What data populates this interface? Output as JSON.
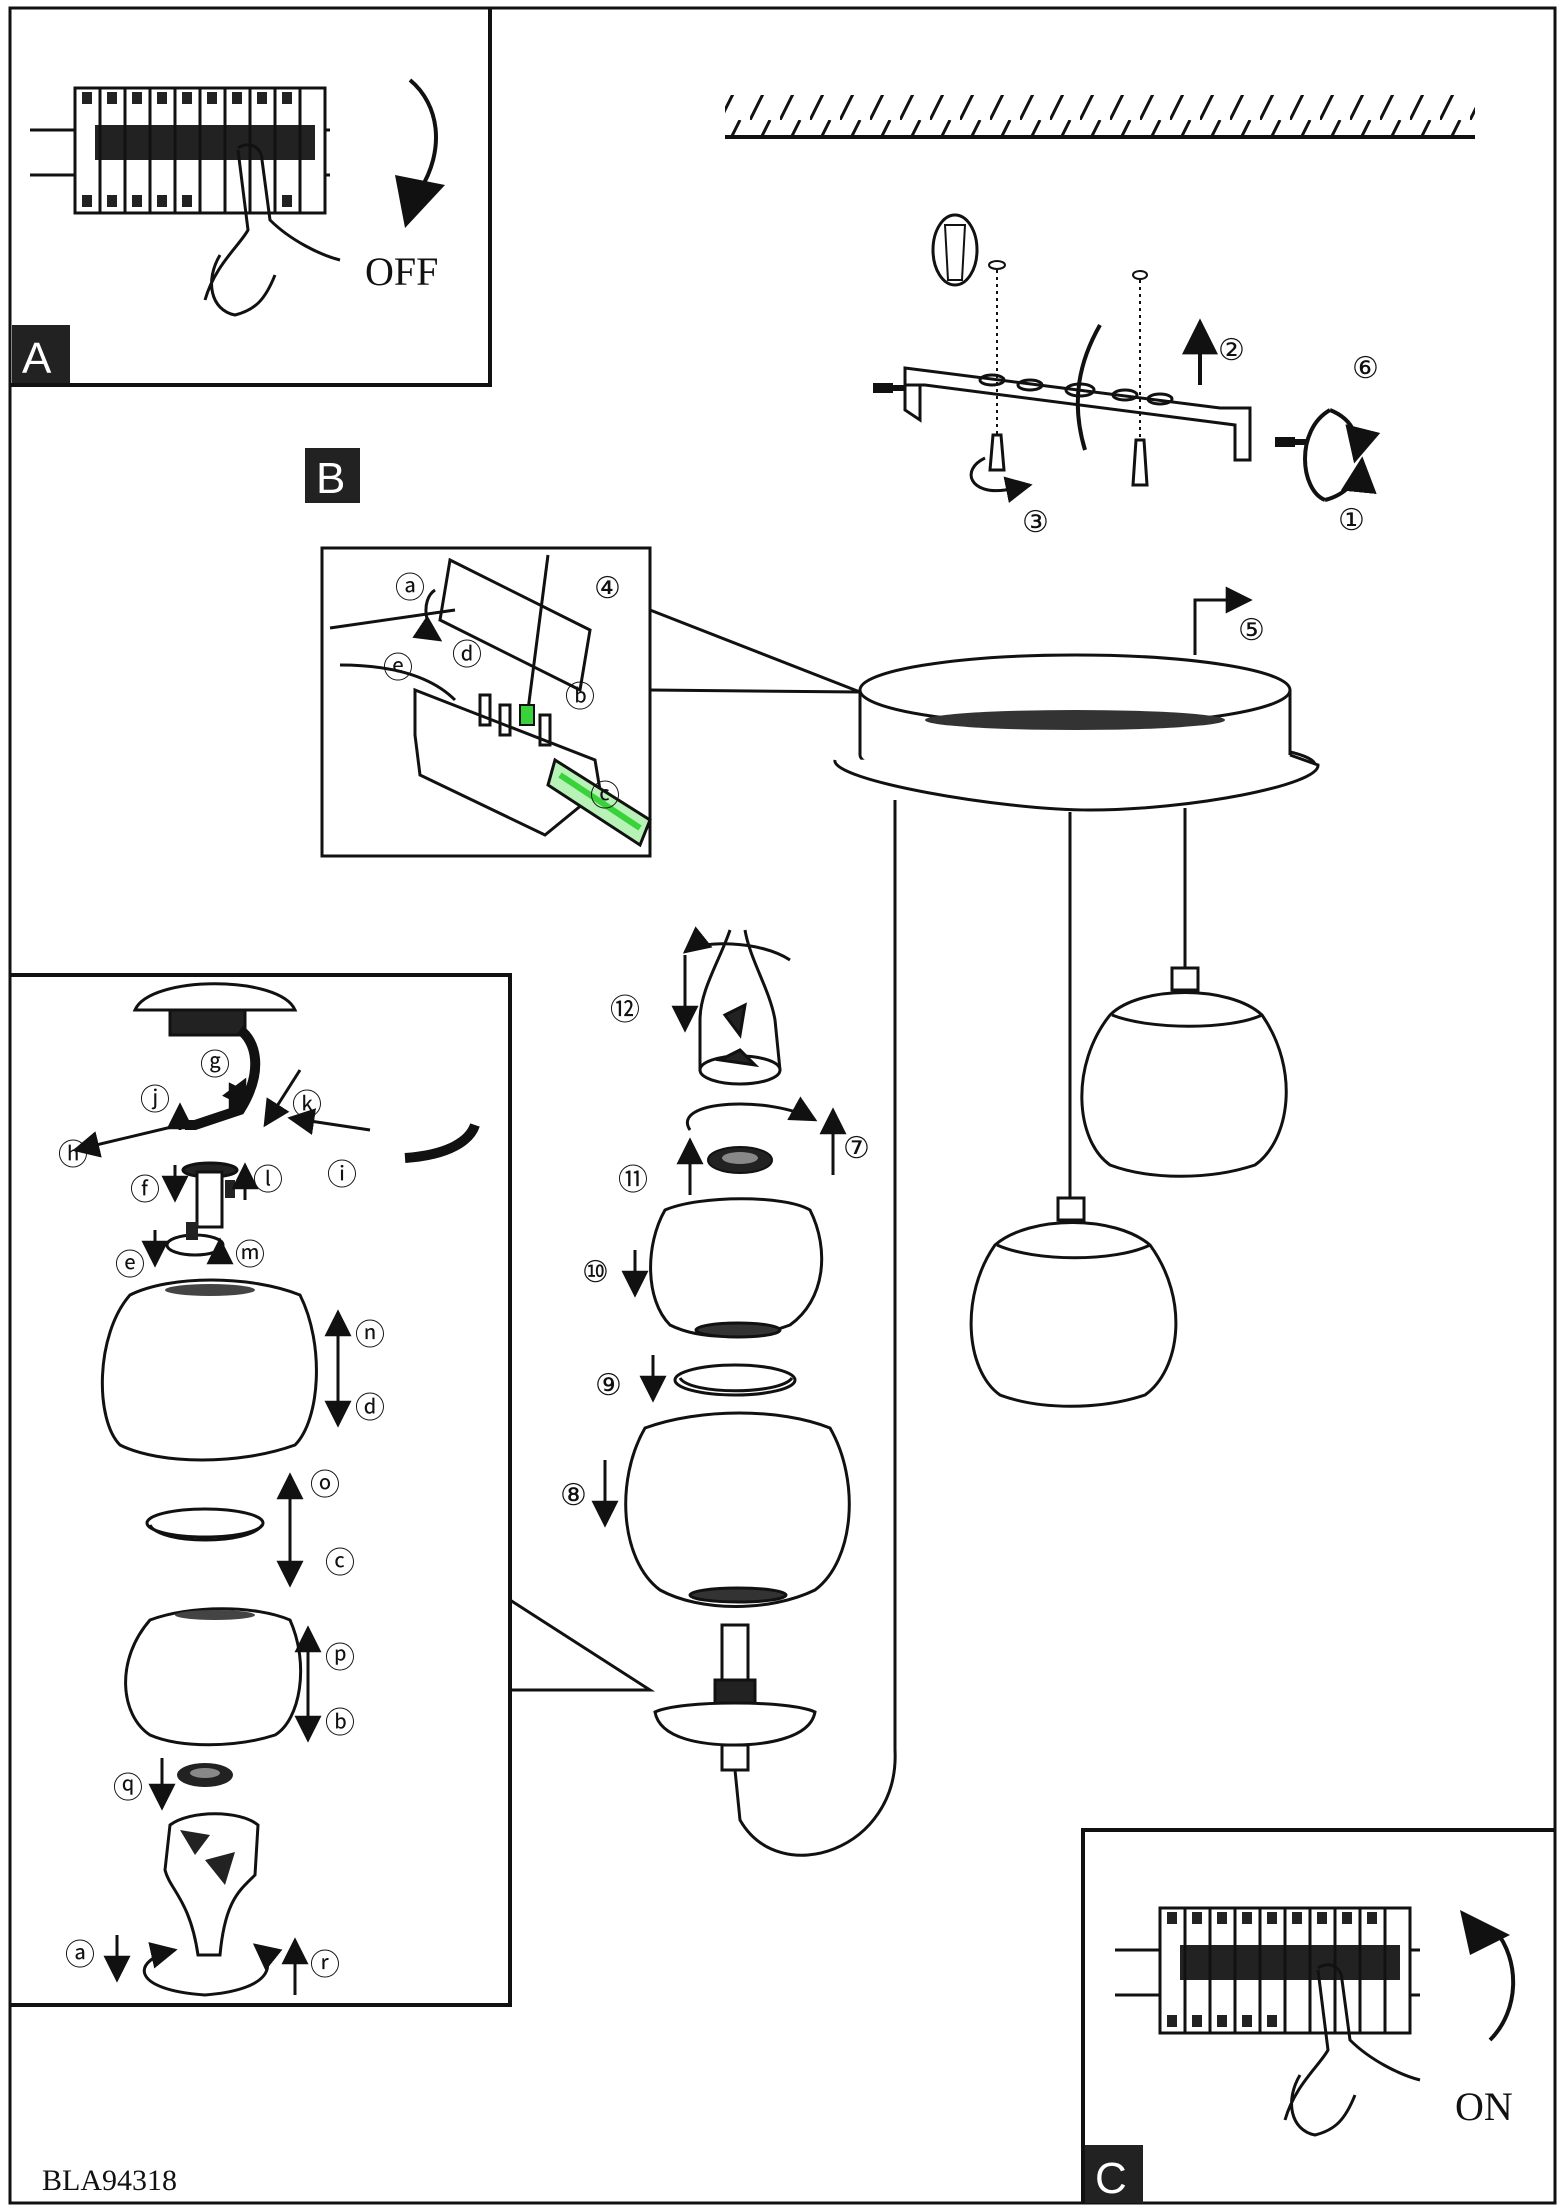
{
  "panels": {
    "a": {
      "tag": "A",
      "switch_state": "OFF"
    },
    "b": {
      "tag": "B"
    },
    "c": {
      "tag": "C",
      "switch_state": "ON"
    }
  },
  "steps": [
    "①",
    "②",
    "③",
    "④",
    "⑤",
    "⑥",
    "⑦",
    "⑧",
    "⑨",
    "⑩",
    "⑪",
    "⑫"
  ],
  "detail_steps": [
    "ⓐ",
    "ⓑ",
    "ⓒ",
    "ⓓ",
    "ⓔ"
  ],
  "left_steps": [
    "ⓐ",
    "ⓑ",
    "ⓒ",
    "ⓓ",
    "ⓔ",
    "ⓕ",
    "ⓖ",
    "ⓗ",
    "ⓘ",
    "ⓙ",
    "ⓚ",
    "ⓛ",
    "ⓜ",
    "ⓝ",
    "ⓞ",
    "ⓟ",
    "ⓠ",
    "ⓡ"
  ],
  "document": {
    "code": "BLA94318"
  },
  "colors": {
    "ink": "#111111",
    "accent_green": "#3ad23a",
    "tag_bg": "#222222"
  },
  "icons": [
    "breaker-panel-icon",
    "hand-icon",
    "rotate-arrow-icon",
    "screwdriver-icon",
    "dowel-icon"
  ]
}
